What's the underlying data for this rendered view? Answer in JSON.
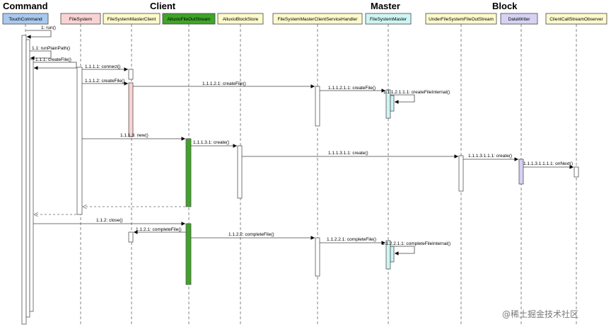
{
  "groups": {
    "command": "Command",
    "client": "Client",
    "master": "Master",
    "block": "Block"
  },
  "participants": [
    {
      "key": "tc",
      "label": "TouchCommand",
      "color": "#a9c9ee"
    },
    {
      "key": "fs",
      "label": "FileSystem",
      "color": "#f9d3d3"
    },
    {
      "key": "fsm",
      "label": "FileSystemMasterClient",
      "color": "#fdfacd"
    },
    {
      "key": "afo",
      "label": "AlluxioFileOutStream",
      "color": "#3fa428"
    },
    {
      "key": "abs",
      "label": "AlluxioBlockStore",
      "color": "#fdfacd"
    },
    {
      "key": "fsh",
      "label": "FileSystemMasterClientServiceHandler",
      "color": "#fdfacd"
    },
    {
      "key": "fsmst",
      "label": "FileSystemMaster",
      "color": "#cdf5f3"
    },
    {
      "key": "ufs",
      "label": "UnderFileSystemFileOutStream",
      "color": "#fdfacd"
    },
    {
      "key": "dw",
      "label": "DataWriter",
      "color": "#d6d2f4"
    },
    {
      "key": "ccso",
      "label": "ClientCallStreamObserver",
      "color": "#fdfacd"
    }
  ],
  "messages": {
    "m_run": "1: run()",
    "m_runplain": "1.1: runPlainPath()",
    "m_createfile": "1.1.1: createFile()",
    "m_connect": "1.1.1.1: connect()",
    "m_createfile2": "1.1.1.2: createFile()",
    "m_createfile3": "1.1.1.2.1: createFile()",
    "m_createfile4": "1.1.1.2.1.1: createFile()",
    "m_createinternal": "1.1.1.2.1.1.1: createFileInternal()",
    "m_new": "1.1.1.3: new()",
    "m_create1": "1.1.1.3.1: create()",
    "m_create2": "1.1.1.3.1.1: create()",
    "m_create3": "1.1.1.3.1.1.1: create()",
    "m_onnext": "1.1.1.3.1.1.1.1: onNext()",
    "m_close": "1.1.2: close()",
    "m_complete1": "1.1.2.1: completeFile()",
    "m_complete2": "1.1.2.2: completeFile()",
    "m_complete3": "1.1.2.2.1: completeFile()",
    "m_completeinternal": "1.1.2.2.1.1: completeFileInternal()"
  },
  "watermark": "@稀土掘金技术社区"
}
